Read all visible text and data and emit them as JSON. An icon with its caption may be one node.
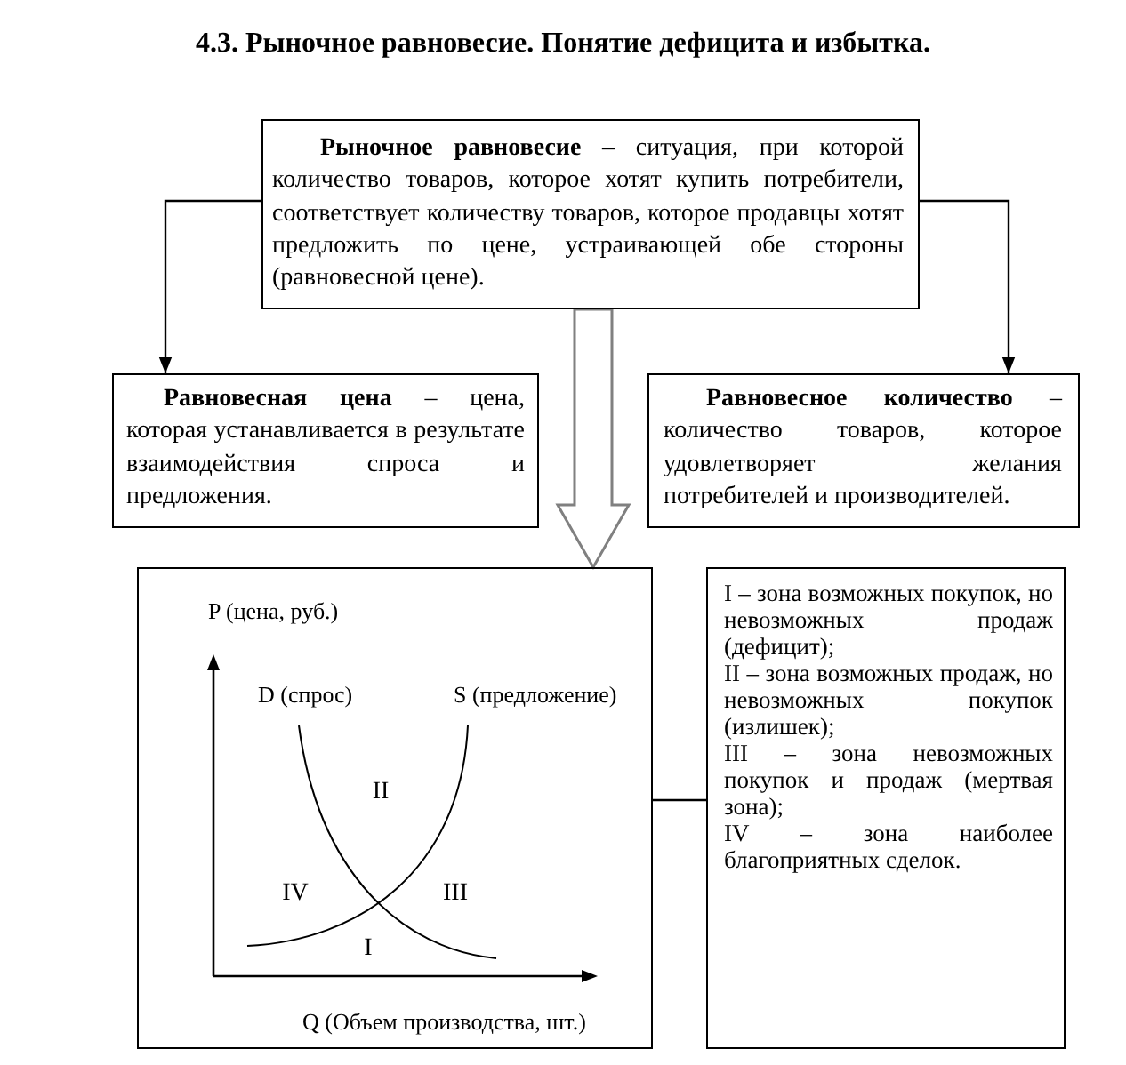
{
  "diagram": {
    "title": "4.3. Рыночное равновесие. Понятие дефицита и избытка.",
    "nodes": [
      {
        "text": [
          "**Рыночное равновесие** – ситуация, при которой количество товаров, которое хотят купить потребители, соответствует количеству товаров, которое продавцы хотят предложить по цене, устраивающей обе стороны (равновесной цене)."
        ]
      },
      {
        "text": [
          "**Равновесная цена** – цена, которая устанавливается в результате взаимодействия спроса и предложения."
        ]
      },
      {
        "text": [
          "**Равновесное количество** – количество товаров, которое удовлетворяет желания потребителей и производителей."
        ]
      },
      {
        "text": [
          "P (цена, руб.)",
          "D (спрос)",
          "S (предложение)",
          "II",
          "IV",
          "III",
          "I",
          "Q (Объем производства, шт.)"
        ]
      },
      {
        "text": [
          "I – зона возможных покупок, но невозможных продаж (дефицит);",
          "II – зона возможных продаж, но невозможных покупок (излишек);",
          "III – зона невозможных покупок и продаж (мертвая зона);",
          "IV – зона наиболее благоприятных сделок."
        ]
      }
    ],
    "edges": [
      {
        "from": 0,
        "to": 1,
        "arrow": "to"
      },
      {
        "from": 0,
        "to": 2,
        "arrow": "to"
      },
      {
        "from": 0,
        "to": 3,
        "arrow": "to",
        "style": "thick",
        "color": "#808080"
      },
      {
        "from": 3,
        "to": 4,
        "arrow": "none"
      }
    ]
  }
}
